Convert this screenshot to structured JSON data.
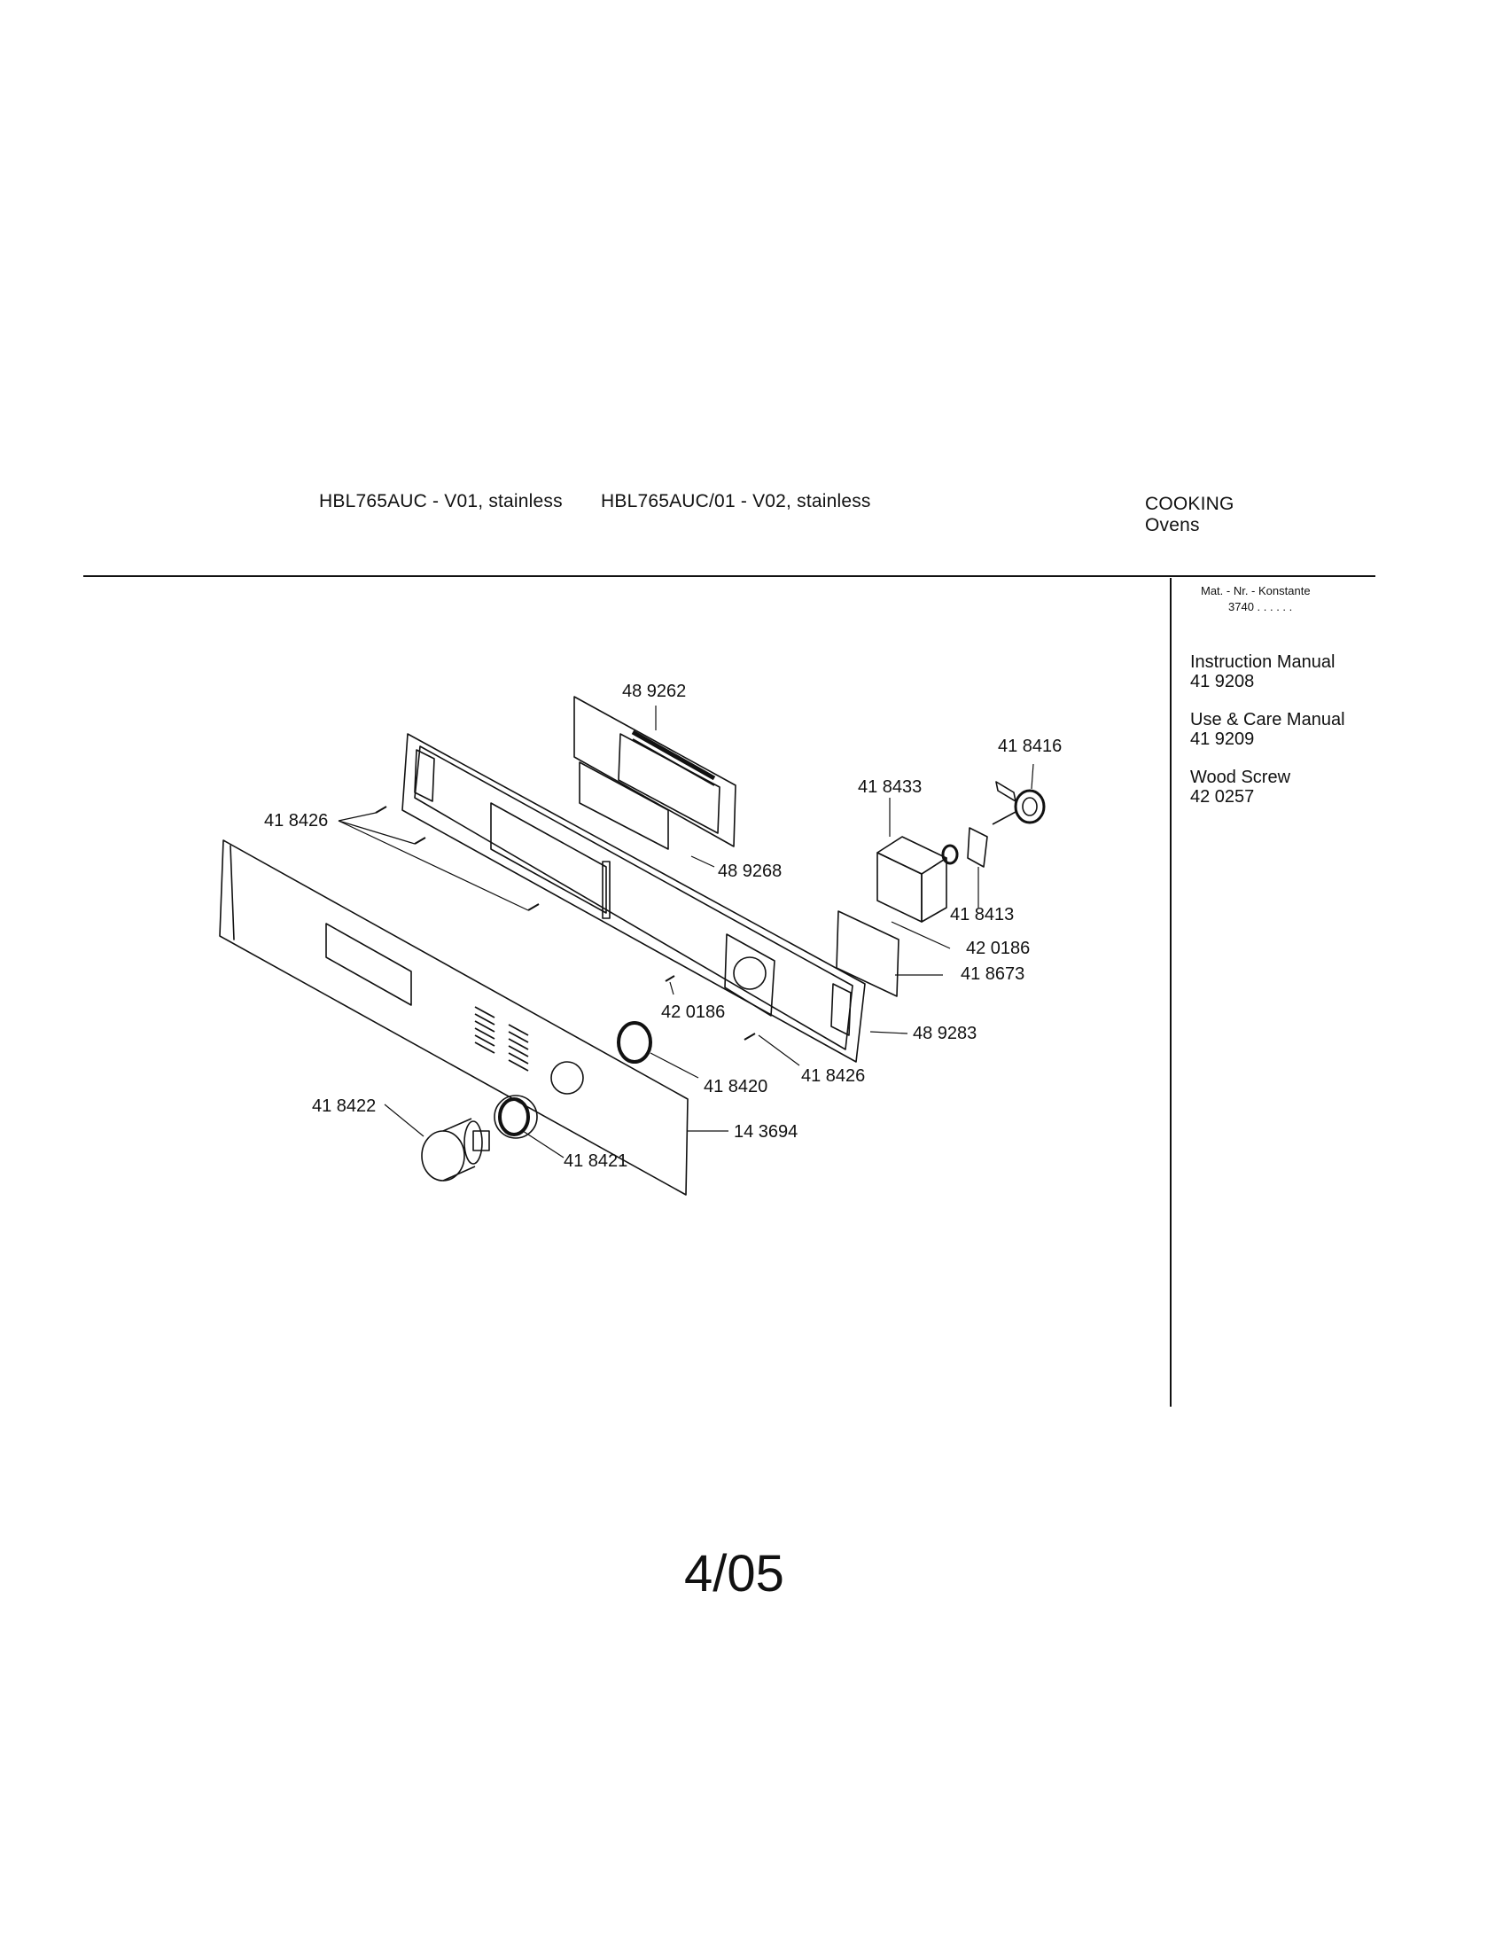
{
  "header": {
    "model_v01": "HBL765AUC - V01, stainless",
    "model_v02": "HBL765AUC/01 - V02, stainless",
    "category": "COOKING",
    "subcategory": "Ovens"
  },
  "sidebar": {
    "mat_nr_label": "Mat. - Nr. - Konstante",
    "mat_nr_value": "3740 . .   . . . .",
    "items": [
      {
        "name": "Instruction Manual",
        "number": "41 9208"
      },
      {
        "name": "Use & Care Manual",
        "number": "41 9209"
      },
      {
        "name": "Wood Screw",
        "number": "42 0257"
      }
    ]
  },
  "parts": {
    "p489262": "48 9262",
    "p418426a": "41 8426",
    "p489268": "48 9268",
    "p418433": "41 8433",
    "p418416": "41 8416",
    "p418413": "41 8413",
    "p420186a": "42 0186",
    "p418673": "41 8673",
    "p420186b": "42 0186",
    "p489283": "48 9283",
    "p418426b": "41 8426",
    "p418420": "41 8420",
    "p418422": "41 8422",
    "p143694": "14 3694",
    "p418421": "41 8421"
  },
  "footer": {
    "page_label": "4/05"
  }
}
